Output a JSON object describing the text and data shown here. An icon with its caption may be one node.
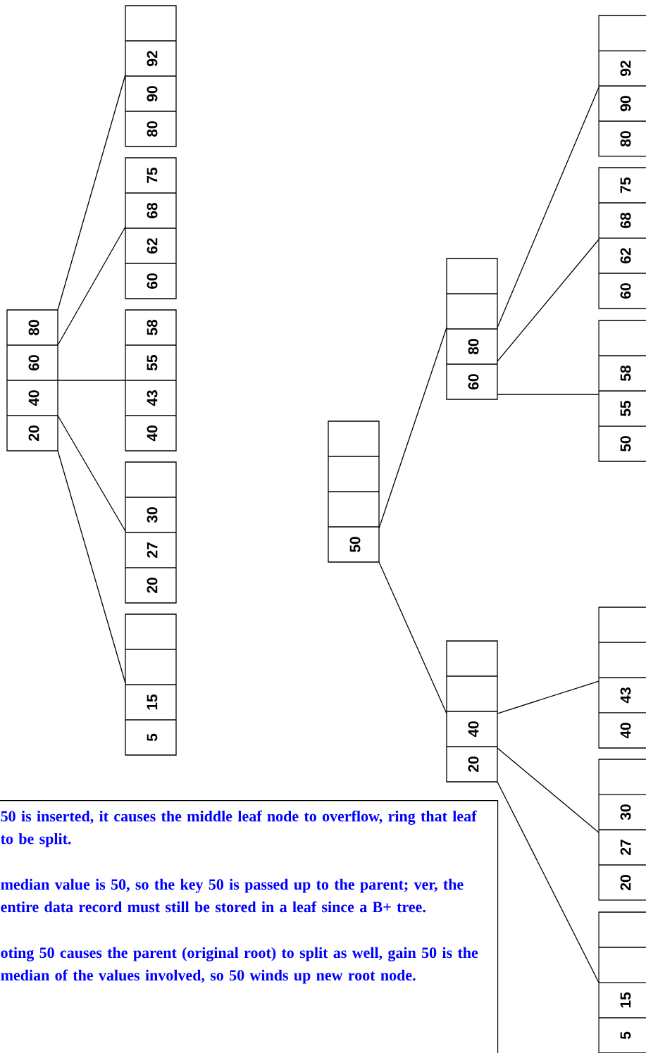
{
  "diagram": {
    "nodes": [
      {
        "text": [
          "20",
          "40",
          "60",
          "80"
        ]
      },
      {
        "text": [
          "80",
          "90",
          "92"
        ]
      },
      {
        "text": [
          "60",
          "62",
          "68",
          "75"
        ]
      },
      {
        "text": [
          "40",
          "43",
          "55",
          "58"
        ]
      },
      {
        "text": [
          "20",
          "27",
          "30"
        ]
      },
      {
        "text": [
          "5",
          "15"
        ]
      },
      {
        "text": [
          "50"
        ]
      },
      {
        "text": [
          "60",
          "80"
        ]
      },
      {
        "text": [
          "20",
          "40"
        ]
      },
      {
        "text": [
          "80",
          "90",
          "92"
        ]
      },
      {
        "text": [
          "60",
          "62",
          "68",
          "75"
        ]
      },
      {
        "text": [
          "50",
          "55",
          "58"
        ]
      },
      {
        "text": [
          "40",
          "43"
        ]
      },
      {
        "text": [
          "20",
          "27",
          "30"
        ]
      },
      {
        "text": [
          "5",
          "15"
        ]
      },
      {
        "text": [
          "50 is inserted, it causes the middle leaf node to overflow, ring that leaf to be split.",
          "median value is 50, so the key 50 is passed up to the parent; ver, the entire data record must still be stored in a leaf since a B+ tree.",
          "oting 50 causes the parent (original root) to split as well, gain 50 is the median of the values involved, so 50 winds up new root node."
        ]
      }
    ],
    "edges": [
      {
        "from": 0,
        "to": 1,
        "arrow": "none"
      },
      {
        "from": 0,
        "to": 2,
        "arrow": "none"
      },
      {
        "from": 0,
        "to": 3,
        "arrow": "none"
      },
      {
        "from": 0,
        "to": 4,
        "arrow": "none"
      },
      {
        "from": 0,
        "to": 5,
        "arrow": "none"
      },
      {
        "from": 6,
        "to": 7,
        "arrow": "none"
      },
      {
        "from": 6,
        "to": 8,
        "arrow": "none"
      },
      {
        "from": 7,
        "to": 9,
        "arrow": "none"
      },
      {
        "from": 7,
        "to": 10,
        "arrow": "none"
      },
      {
        "from": 7,
        "to": 11,
        "arrow": "none"
      },
      {
        "from": 8,
        "to": 12,
        "arrow": "none"
      },
      {
        "from": 8,
        "to": 13,
        "arrow": "none"
      },
      {
        "from": 8,
        "to": 14,
        "arrow": "none"
      }
    ]
  }
}
